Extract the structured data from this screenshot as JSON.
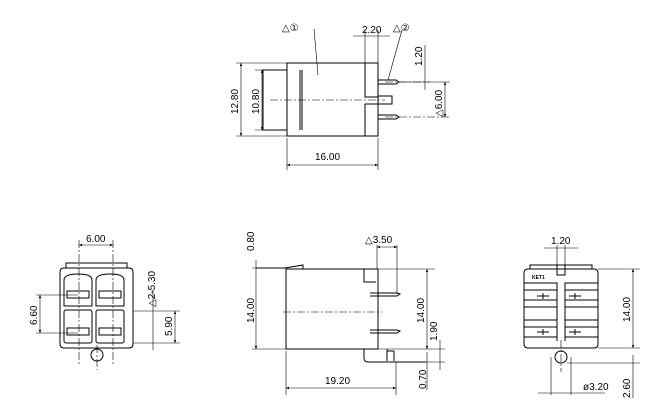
{
  "top_view": {
    "note1": "△①",
    "note2": "△②",
    "dim_height_outer": "12.80",
    "dim_height_inner": "10.80",
    "dim_length": "16.00",
    "dim_flange": "2.20",
    "dim_pin_offset": "1.20",
    "dim_pin_pitch": "△6.00"
  },
  "front_view": {
    "dim_pitch": "6.00",
    "dim_row": "6.60",
    "dim_width": "5.90",
    "dim_note": "△2-5.30"
  },
  "side_view": {
    "dim_latch": "0.80",
    "dim_height_left": "14.00",
    "dim_pin_length": "△3.50",
    "dim_height_right": "14.00",
    "dim_step": "1.90",
    "dim_base": "0.70",
    "dim_length": "19.20"
  },
  "rear_view": {
    "dim_slot": "1.20",
    "marking": "KET1",
    "dim_height": "14.00",
    "dim_peg_height": "2.60",
    "dim_peg_dia": "ø3.20"
  }
}
